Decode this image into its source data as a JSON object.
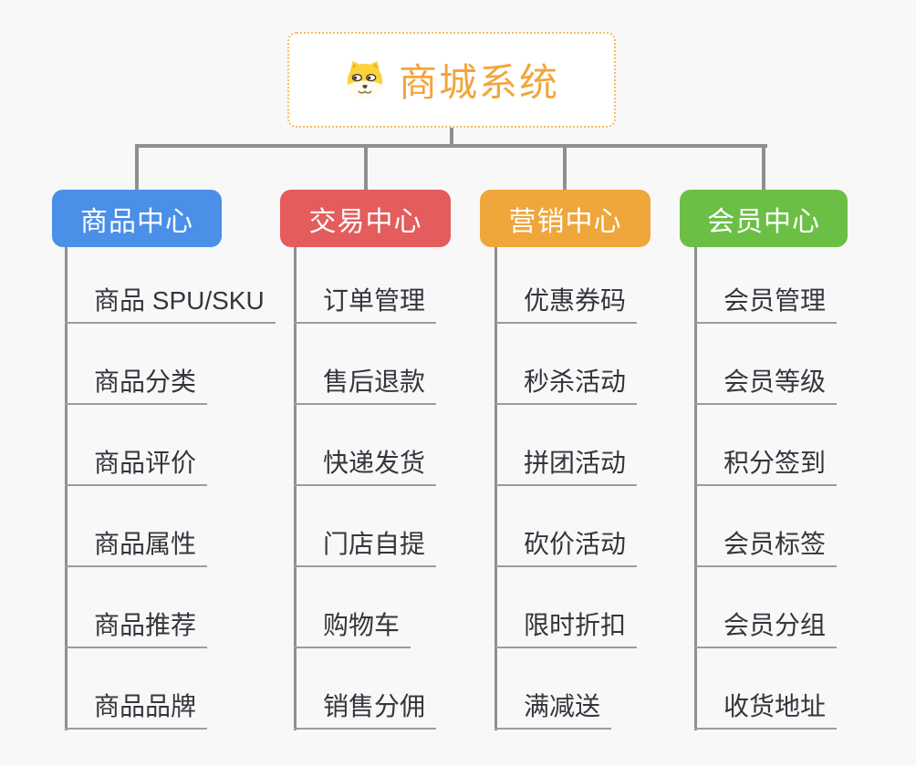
{
  "root": {
    "title": "商城系统",
    "icon": "dog-face-icon"
  },
  "colors": {
    "background": "#f8f8f8",
    "connector": "#8f8f8f",
    "leaf_underline": "#9c9c9c",
    "leaf_text": "#33363c",
    "root_text": "#f0a63c",
    "root_border": "#f2bd63",
    "branch_product": "#4a8fe8",
    "branch_trade": "#e45c5c",
    "branch_marketing": "#efa63b",
    "branch_member": "#6cbf45"
  },
  "branches": [
    {
      "label": "商品中心",
      "color": "#4a8fe8",
      "items": [
        "商品 SPU/SKU",
        "商品分类",
        "商品评价",
        "商品属性",
        "商品推荐",
        "商品品牌"
      ]
    },
    {
      "label": "交易中心",
      "color": "#e45c5c",
      "items": [
        "订单管理",
        "售后退款",
        "快递发货",
        "门店自提",
        "购物车",
        "销售分佣"
      ]
    },
    {
      "label": "营销中心",
      "color": "#efa63b",
      "items": [
        "优惠券码",
        "秒杀活动",
        "拼团活动",
        "砍价活动",
        "限时折扣",
        "满减送"
      ]
    },
    {
      "label": "会员中心",
      "color": "#6cbf45",
      "items": [
        "会员管理",
        "会员等级",
        "积分签到",
        "会员标签",
        "会员分组",
        "收货地址"
      ]
    }
  ]
}
